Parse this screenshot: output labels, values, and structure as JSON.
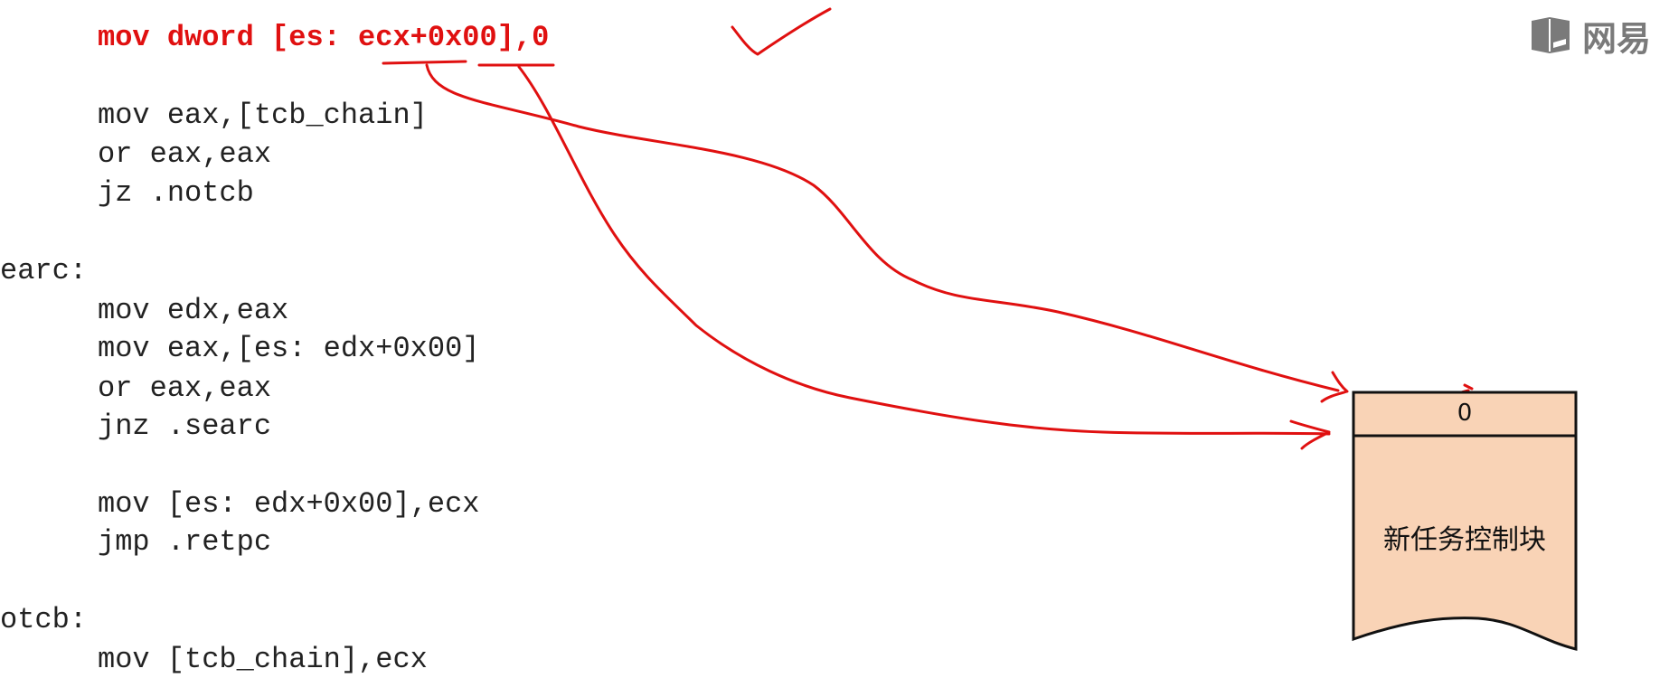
{
  "code": {
    "lines": [
      "mov dword [es: ecx+0x00],0",
      "mov eax,[tcb_chain]",
      "or eax,eax",
      "jz .notcb",
      "earc:",
      "mov edx,eax",
      "mov eax,[es: edx+0x00]",
      "or eax,eax",
      "jnz .searc",
      "mov [es: edx+0x00],ecx",
      "jmp .retpc",
      "otcb:",
      "mov [tcb_chain],ecx"
    ]
  },
  "diagram": {
    "tcb_field_value": "0",
    "tcb_title": "新任务控制块"
  },
  "logo": {
    "text": "网易",
    "icon": "book-icon"
  },
  "colors": {
    "annotation": "#e01010",
    "box_fill": "#f9d3b6",
    "box_stroke": "#111111",
    "logo": "#8a8a8a"
  }
}
